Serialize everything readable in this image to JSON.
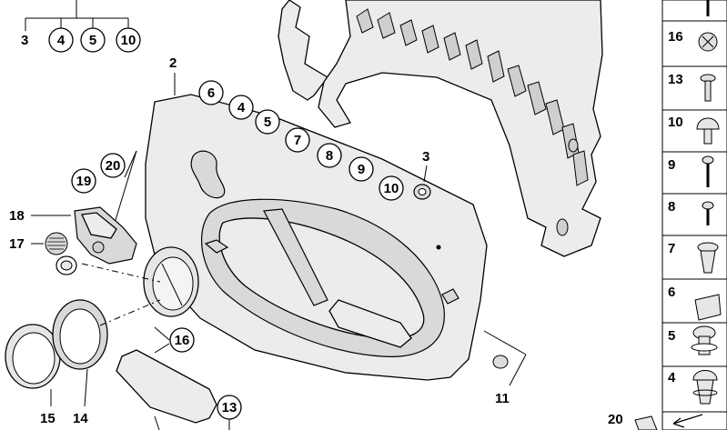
{
  "labels": {
    "c1": "3",
    "c2": "4",
    "c3": "5",
    "c4": "10",
    "p2": "2",
    "s6": "6",
    "s4": "4",
    "s5": "5",
    "s7": "7",
    "s8": "8",
    "s9": "9",
    "s10": "10",
    "p3": "3",
    "p20": "20",
    "p19": "19",
    "p18": "18",
    "p17": "17",
    "p16": "16",
    "p15": "15",
    "p14": "14",
    "p13": "13",
    "p11": "11"
  },
  "side_panel": [
    "16",
    "13",
    "10",
    "9",
    "8",
    "7",
    "6",
    "5",
    "4"
  ],
  "bottom_label": "20"
}
